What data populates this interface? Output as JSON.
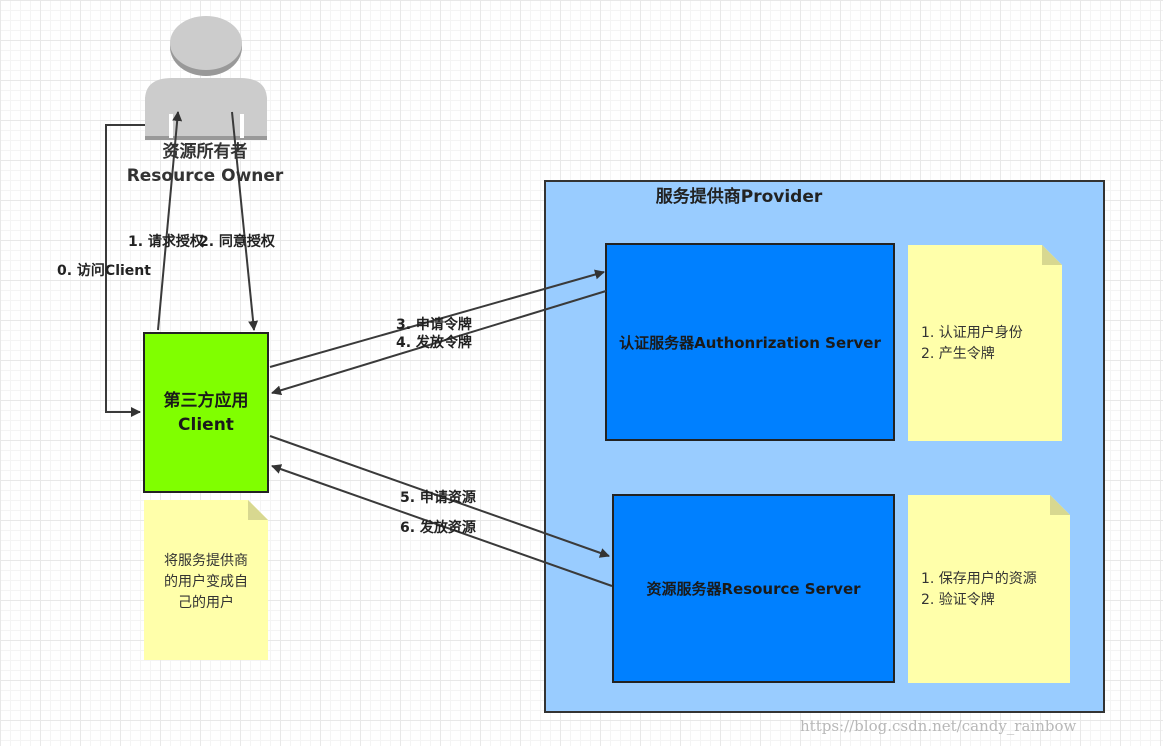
{
  "resource_owner": {
    "name_cn": "资源所有者",
    "name_en": "Resource Owner"
  },
  "client": {
    "name_cn": "第三方应用",
    "name_en": "Client"
  },
  "client_note": [
    "将服务提供商",
    "的用户变成自",
    "己的用户"
  ],
  "provider": {
    "title": "服务提供商Provider",
    "auth_server": "认证服务器Authonrization Server",
    "auth_note": [
      "1. 认证用户身份",
      "2. 产生令牌"
    ],
    "resource_server": "资源服务器Resource Server",
    "resource_note": [
      "1. 保存用户的资源",
      "2. 验证令牌"
    ]
  },
  "steps": {
    "s0": "0. 访问Client",
    "s1": "1. 请求授权",
    "s2": "2. 同意授权",
    "s3": "3. 申请令牌",
    "s4": "4. 发放令牌",
    "s5": "5. 申请资源",
    "s6": "6. 发放资源"
  },
  "watermark": "https://blog.csdn.net/candy_rainbow",
  "colors": {
    "provider_bg": "#99ccff",
    "server_bg": "#0080ff",
    "client_bg": "#80ff00",
    "note_bg": "#ffffaa",
    "person": "#cccccc"
  }
}
